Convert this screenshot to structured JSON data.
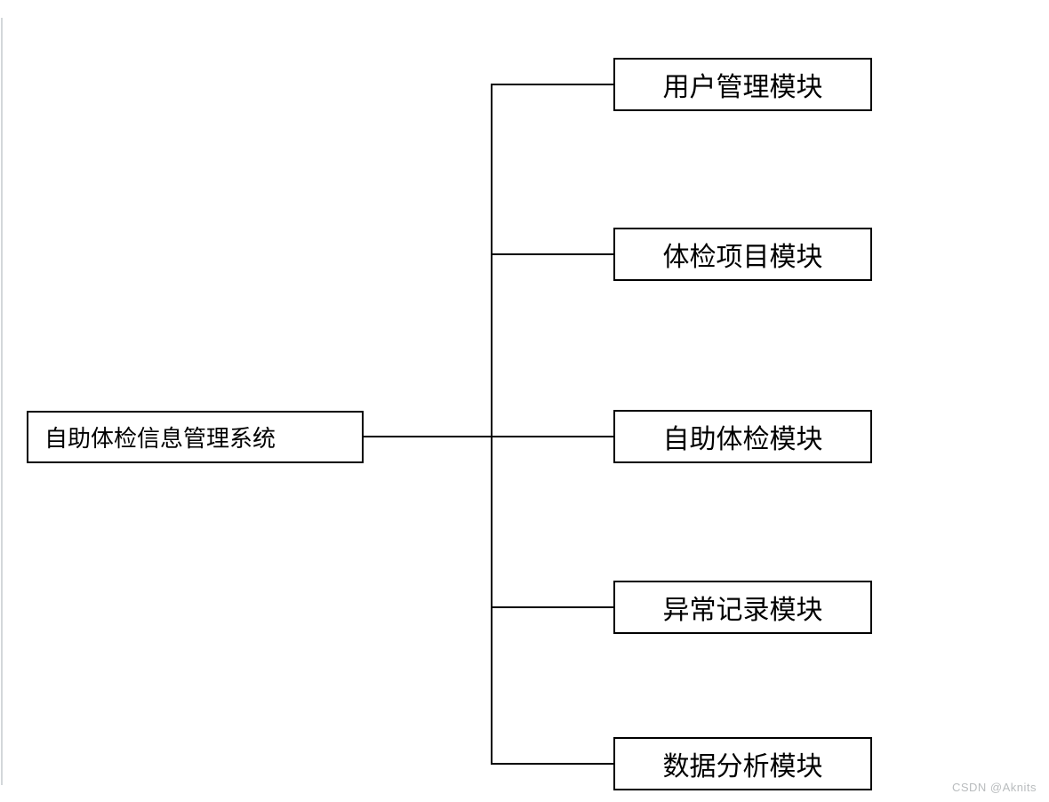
{
  "diagram": {
    "root": {
      "label": "自助体检信息管理系统"
    },
    "modules": [
      {
        "label": "用户管理模块"
      },
      {
        "label": "体检项目模块"
      },
      {
        "label": "自助体检模块"
      },
      {
        "label": "异常记录模块"
      },
      {
        "label": "数据分析模块"
      }
    ]
  },
  "watermark": "CSDN @Aknits",
  "colors": {
    "line": "#000000",
    "box_border": "#000000",
    "background": "#ffffff",
    "watermark_text": "#b9bcbe",
    "page_edge": "#d3d7da"
  }
}
